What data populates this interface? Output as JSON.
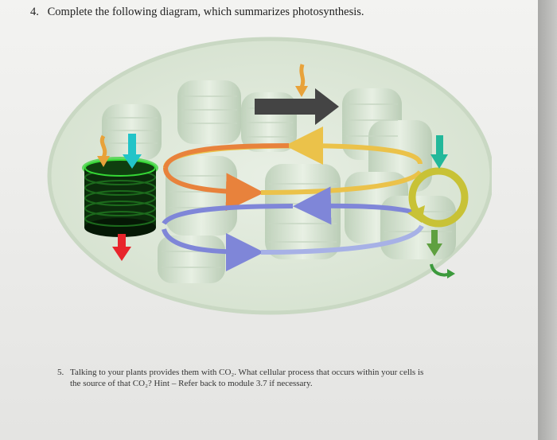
{
  "question4": {
    "number": "4.",
    "text": "Complete the following diagram, which summarizes photosynthesis."
  },
  "question5": {
    "number": "5.",
    "line1": "Talking to your plants provides them with CO₂. What cellular process that occurs within your cells is",
    "line2": "the source of that CO₂? Hint – Refer back to module 3.7 if necessary."
  },
  "diagram": {
    "colors": {
      "chloroplast_fill": "#dfe9d9",
      "thylakoid": "#cfdccb",
      "granum": "#0a3d0a",
      "granum_glow": "#2fd12f",
      "orange_arrow": "#e8a23a",
      "cyan_arrow": "#22c4c8",
      "red_arrow": "#e8242b",
      "dark_arrow": "#444444",
      "cycle_ring": "#c8c236",
      "green_arrow": "#3c9a3c",
      "orange_loop": "#e8823c",
      "yellow_loop": "#ebc24a",
      "blue_loop": "#7f86d8",
      "lavender_loop": "#a7b1e6"
    },
    "icons": [
      "arrow-in-orange",
      "arrow-in-cyan",
      "arrow-out-red",
      "arrow-dark-large",
      "arrow-out-green",
      "arrow-curved-green",
      "cycle-ring"
    ]
  }
}
